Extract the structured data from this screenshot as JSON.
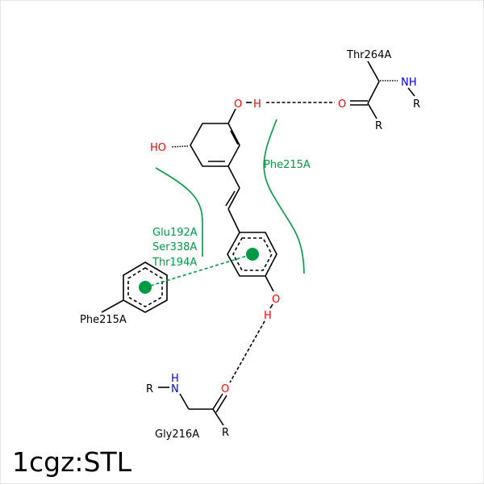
{
  "title": "1cgz:STL",
  "residues": {
    "thr264": "Thr264A",
    "phe215_contact": "Phe215A",
    "phe215_ring": "Phe215A",
    "glu192": "Glu192A",
    "ser338": "Ser338A",
    "thr194": "Thr194A",
    "gly216": "Gly216A"
  },
  "atoms": {
    "o_top": "O",
    "h_top": "H",
    "o_thr": "O",
    "nh_thr": "NH",
    "r_thr_n": "R",
    "r_thr_c": "R",
    "ho_ring": "HO",
    "o_phenol": "O",
    "h_phenol": "H",
    "o_gly": "O",
    "n_gly": "N",
    "h_gly": "H",
    "r_gly_n": "R",
    "r_gly_c": "R"
  },
  "colors": {
    "hydrophobic": "#009944",
    "oxygen": "#ff0000",
    "nitrogen": "#0000ff"
  }
}
